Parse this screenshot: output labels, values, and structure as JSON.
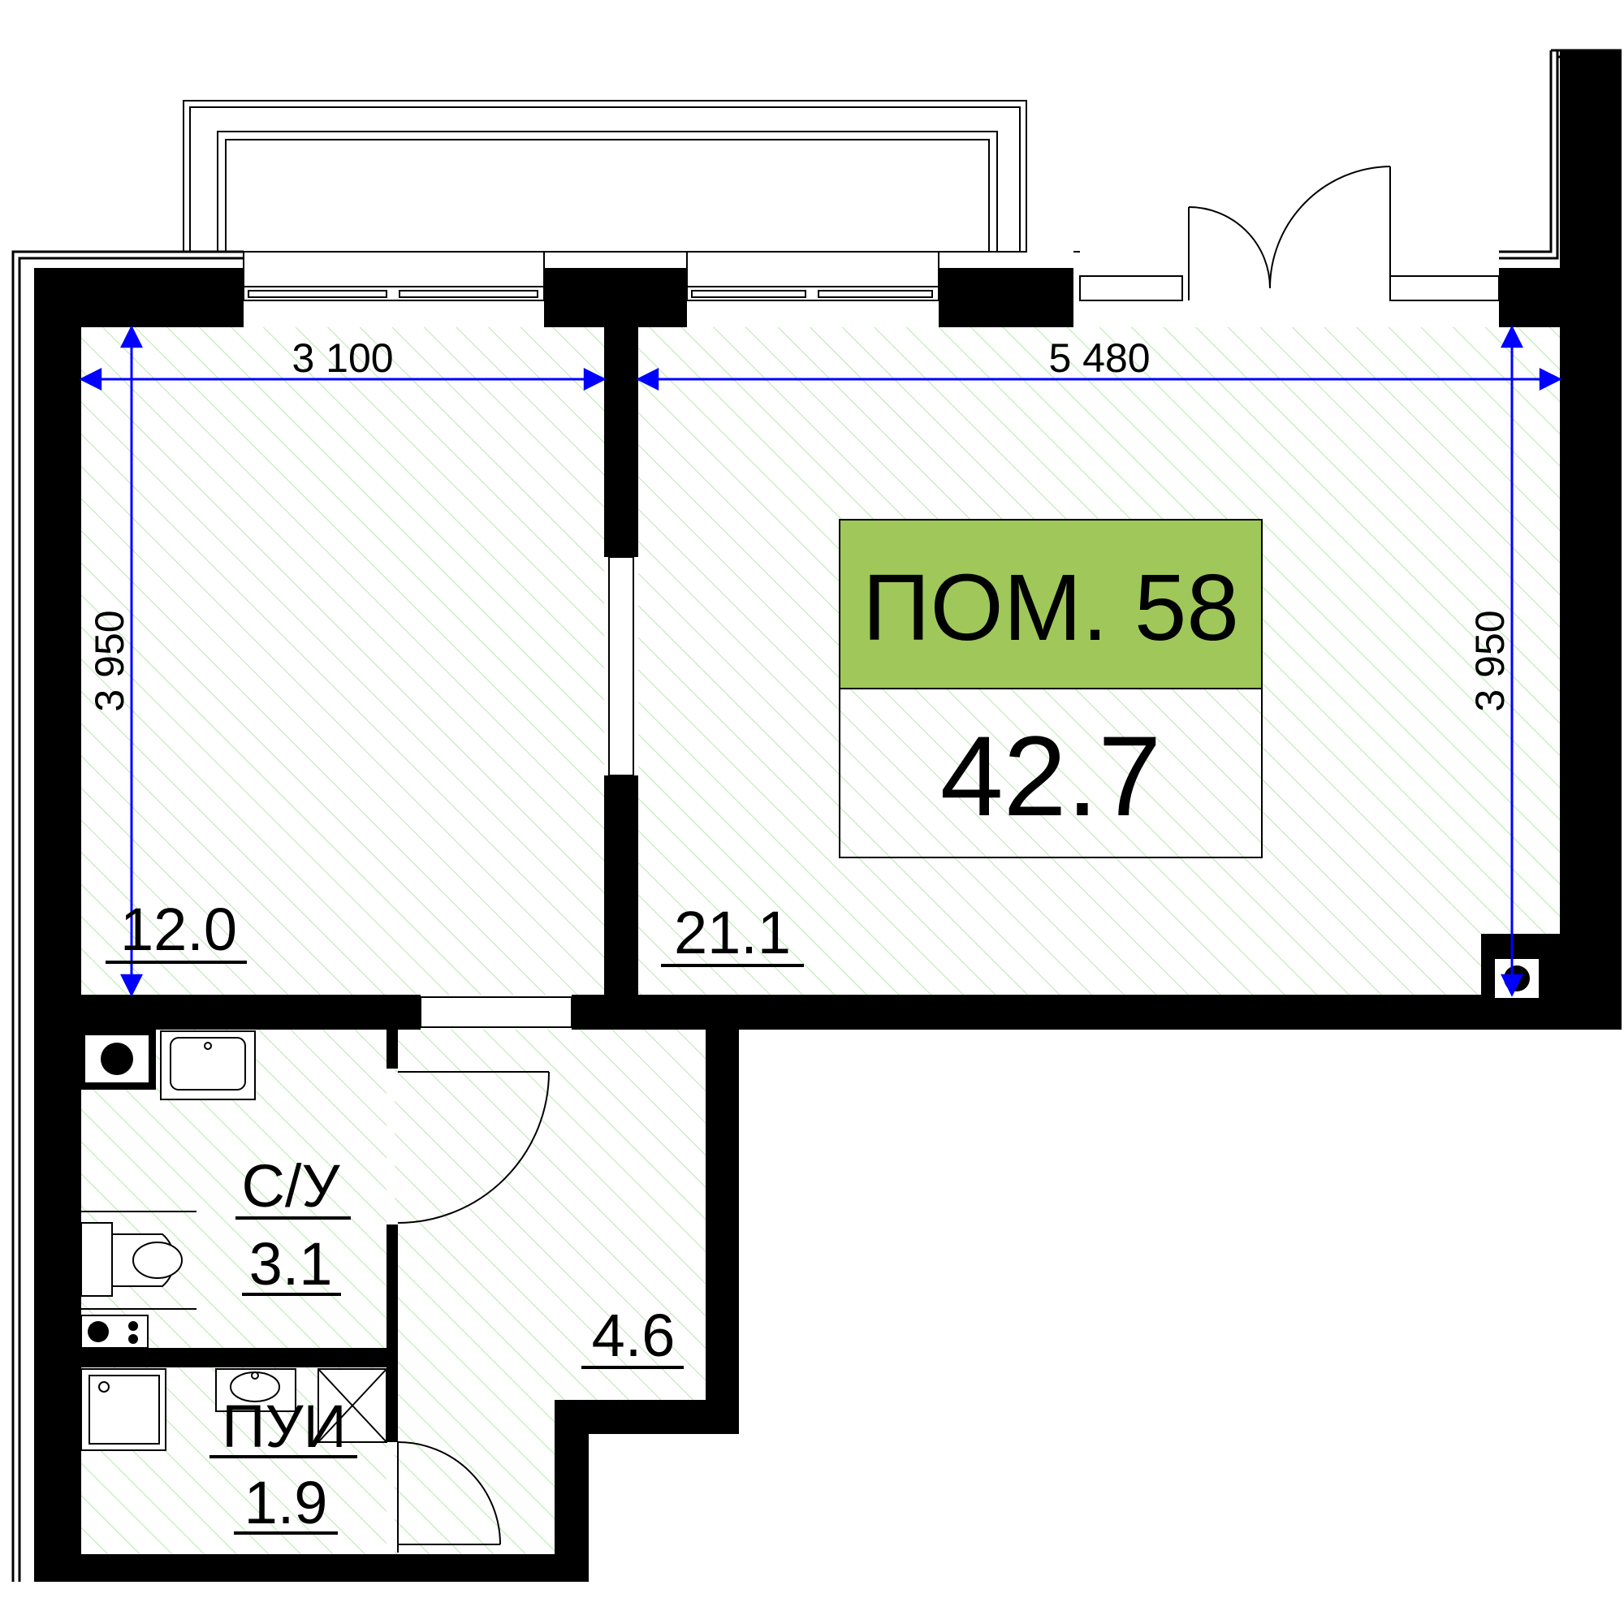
{
  "colors": {
    "wall": "#000000",
    "hatch": "#b6e8ad",
    "dimension": "#0000ff",
    "label_band": "#a0c75a",
    "background": "#ffffff"
  },
  "summary": {
    "title": "ПОМ. 58",
    "total_area": "42.7"
  },
  "rooms": {
    "room_left": {
      "area": "12.0"
    },
    "room_right": {
      "area": "21.1"
    },
    "bathroom": {
      "label": "С/У",
      "area": "3.1"
    },
    "hallway": {
      "area": "4.6"
    },
    "pui": {
      "label": "ПУИ",
      "area": "1.9"
    }
  },
  "dimensions": {
    "left_width": "3 100",
    "left_height": "3 950",
    "right_width": "5 480",
    "right_height": "3 950"
  },
  "icons": {
    "fixtures": [
      "sink-icon",
      "toilet-icon",
      "shower-icon",
      "hygiene-sink-icon",
      "riser-icon",
      "door-swing-icon"
    ]
  }
}
